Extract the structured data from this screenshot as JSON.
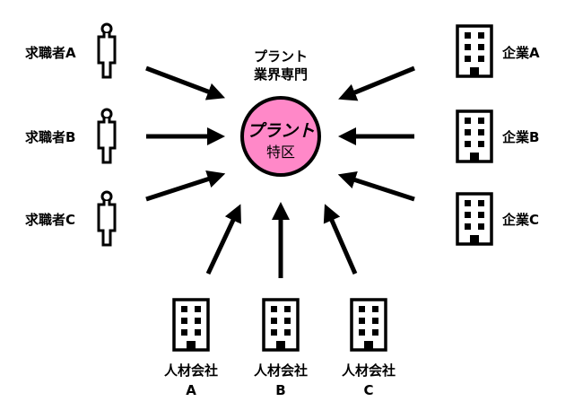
{
  "center": {
    "heading_line1": "プラント",
    "heading_line2": "業界専門",
    "logo_text": "プラント",
    "sub_text": "特区",
    "fill_color": "#ff88c8"
  },
  "job_seekers": [
    {
      "label": "求職者A"
    },
    {
      "label": "求職者B"
    },
    {
      "label": "求職者C"
    }
  ],
  "companies": [
    {
      "label": "企業A"
    },
    {
      "label": "企業B"
    },
    {
      "label": "企業C"
    }
  ],
  "agencies": [
    {
      "line1": "人材会社",
      "line2": "A"
    },
    {
      "line1": "人材会社",
      "line2": "B"
    },
    {
      "line1": "人材会社",
      "line2": "C"
    }
  ]
}
